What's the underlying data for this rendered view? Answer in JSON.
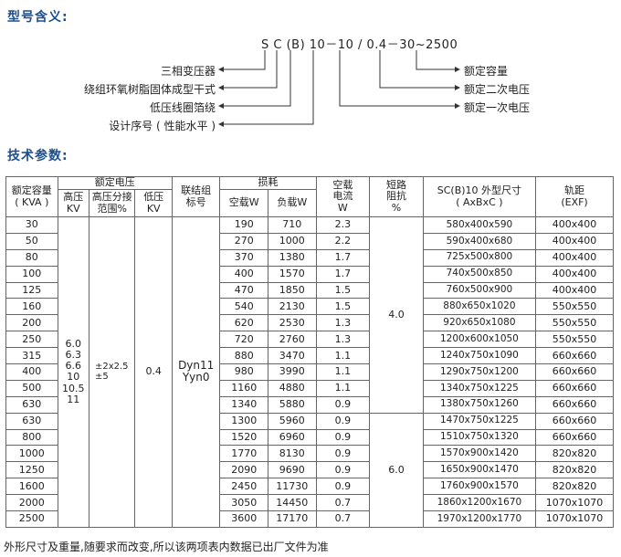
{
  "headings": {
    "model_meaning": "型号含义:",
    "tech_params": "技术参数:"
  },
  "model_code": "S C (B) 10－10 / 0.4－30~2500",
  "model_left_labels": [
    "三相变压器",
    "绕组环氧树脂固体成型干式",
    "低压线圈箔绕",
    "设计序号 ( 性能水平 )"
  ],
  "model_right_labels": [
    "额定容量",
    "额定二次电压",
    "额定一次电压"
  ],
  "table": {
    "headers": {
      "capacity": "额定容量\n( KVA )",
      "rated_voltage": "额定电压",
      "hv": "高压\nKV",
      "tap": "高压分接\n范围%",
      "lv": "低压\nKV",
      "vector": "联结组\n标号",
      "loss": "损耗",
      "noload": "空载W",
      "load": "负载W",
      "current": "空载\n电流\nW",
      "impedance": "短路\n阻抗\n%",
      "dims": "SC(B)10 外型尺寸\n( AxBxC )",
      "track": "轨距\n(EXF)"
    },
    "merged": {
      "hv": "6.0\n6.3\n6.6\n10\n10.5\n11",
      "tap": "±2x2.5\n±5",
      "lv": "0.4",
      "vector": "Dyn11\nYyn0",
      "impedance_a": "4.0",
      "impedance_b": "6.0"
    },
    "rows": [
      {
        "cap": "30",
        "noload": "190",
        "load": "710",
        "cur": "2.3",
        "dims": "580x400x590",
        "track": "400x400"
      },
      {
        "cap": "50",
        "noload": "270",
        "load": "1000",
        "cur": "2.2",
        "dims": "590x400x680",
        "track": "400x400"
      },
      {
        "cap": "80",
        "noload": "370",
        "load": "1380",
        "cur": "1.7",
        "dims": "725x500x800",
        "track": "400x400"
      },
      {
        "cap": "100",
        "noload": "400",
        "load": "1570",
        "cur": "1.7",
        "dims": "740x500x850",
        "track": "400x400"
      },
      {
        "cap": "125",
        "noload": "470",
        "load": "1850",
        "cur": "1.5",
        "dims": "760x500x900",
        "track": "400x400"
      },
      {
        "cap": "160",
        "noload": "540",
        "load": "2130",
        "cur": "1.5",
        "dims": "880x650x1020",
        "track": "550x550"
      },
      {
        "cap": "200",
        "noload": "620",
        "load": "2530",
        "cur": "1.3",
        "dims": "920x650x1080",
        "track": "550x550"
      },
      {
        "cap": "250",
        "noload": "720",
        "load": "2760",
        "cur": "1.3",
        "dims": "1200x600x1050",
        "track": "550x550"
      },
      {
        "cap": "315",
        "noload": "880",
        "load": "3470",
        "cur": "1.1",
        "dims": "1240x750x1090",
        "track": "660x660"
      },
      {
        "cap": "400",
        "noload": "980",
        "load": "3990",
        "cur": "1.1",
        "dims": "1290x750x1200",
        "track": "660x660"
      },
      {
        "cap": "500",
        "noload": "1160",
        "load": "4880",
        "cur": "1.1",
        "dims": "1340x750x1225",
        "track": "660x660"
      },
      {
        "cap": "630",
        "noload": "1340",
        "load": "5880",
        "cur": "0.9",
        "dims": "1380x750x1260",
        "track": "660x660"
      },
      {
        "cap": "630",
        "noload": "1300",
        "load": "5960",
        "cur": "0.9",
        "dims": "1470x750x1225",
        "track": "660x660"
      },
      {
        "cap": "800",
        "noload": "1520",
        "load": "6960",
        "cur": "0.9",
        "dims": "1510x750x1320",
        "track": "660x660"
      },
      {
        "cap": "1000",
        "noload": "1770",
        "load": "8130",
        "cur": "0.9",
        "dims": "1570x900x1420",
        "track": "820x820"
      },
      {
        "cap": "1250",
        "noload": "2090",
        "load": "9690",
        "cur": "0.9",
        "dims": "1650x900x1470",
        "track": "820x820"
      },
      {
        "cap": "1600",
        "noload": "2450",
        "load": "11730",
        "cur": "0.9",
        "dims": "1760x900x1570",
        "track": "820x820"
      },
      {
        "cap": "2000",
        "noload": "3050",
        "load": "14450",
        "cur": "0.7",
        "dims": "1860x1200x1670",
        "track": "1070x1070"
      },
      {
        "cap": "2500",
        "noload": "3600",
        "load": "17170",
        "cur": "0.7",
        "dims": "1970x1200x1770",
        "track": "1070x1070"
      }
    ]
  },
  "footnote": "外形尺寸及重量,随要求而改变,所以该两项表内数据已出厂文件为准"
}
